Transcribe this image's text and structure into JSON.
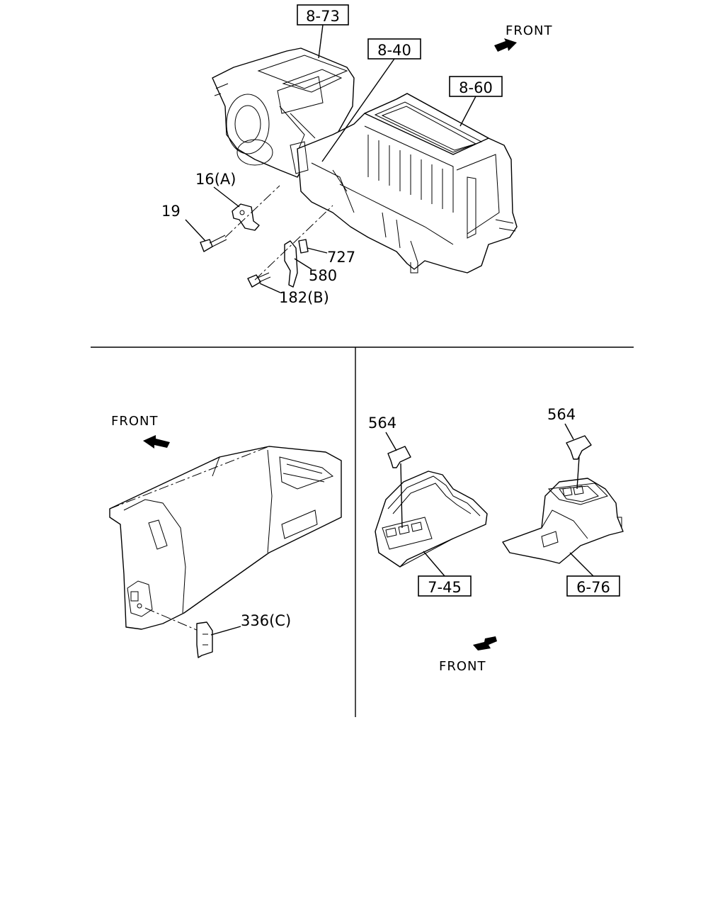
{
  "top": {
    "refs": {
      "r1": "8-73",
      "r2": "8-40",
      "r3": "8-60"
    },
    "front": "FRONT",
    "callouts": {
      "c1": "16(A)",
      "c2": "19",
      "c3": "727",
      "c4": "580",
      "c5": "182(B)"
    }
  },
  "bottom_left": {
    "front": "FRONT",
    "callouts": {
      "c1": "336(C)"
    }
  },
  "bottom_right": {
    "callouts": {
      "c1": "564",
      "c2": "564"
    },
    "refs": {
      "r1": "7-45",
      "r2": "6-76"
    },
    "front": "FRONT"
  }
}
